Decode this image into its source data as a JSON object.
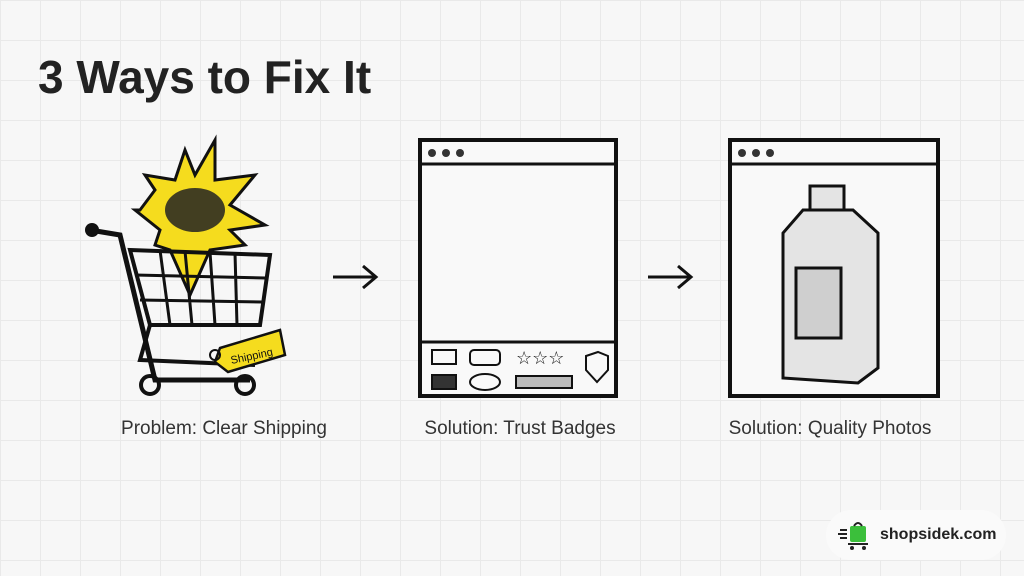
{
  "title": "3 Ways to Fix It",
  "steps": [
    {
      "caption": "Problem: Clear Shipping",
      "tag": "Shipping"
    },
    {
      "caption": "Solution: Trust Badges"
    },
    {
      "caption": "Solution: Quality Photos"
    }
  ],
  "brand": {
    "name": "shopsidek.com",
    "color": "#3bbf3b"
  },
  "colors": {
    "accent": "#f5dc1e",
    "ink": "#1a1a1a"
  }
}
